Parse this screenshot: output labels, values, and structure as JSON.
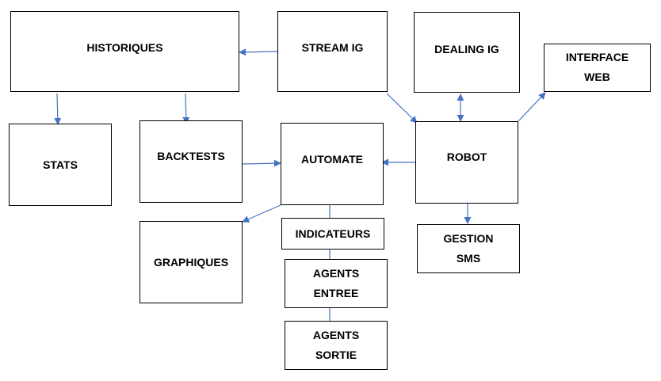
{
  "diagram": {
    "line_color": "#4472C4",
    "nodes": {
      "historiques": "HISTORIQUES",
      "stream_ig": "STREAM IG",
      "dealing_ig": "DEALING IG",
      "interface_web": "INTERFACE\nWEB",
      "stats": "STATS",
      "backtests": "BACKTESTS",
      "automate": "AUTOMATE",
      "robot": "ROBOT",
      "graphiques": "GRAPHIQUES",
      "indicateurs": "INDICATEURS",
      "gestion_sms": "GESTION\nSMS",
      "agents_entree": "AGENTS\nENTREE",
      "agents_sortie": "AGENTS\nSORTIE"
    },
    "edges": [
      {
        "from": "stream_ig",
        "to": "historiques",
        "type": "arrow"
      },
      {
        "from": "historiques",
        "to": "stats",
        "type": "arrow"
      },
      {
        "from": "historiques",
        "to": "backtests",
        "type": "arrow"
      },
      {
        "from": "stream_ig",
        "to": "robot",
        "type": "arrow"
      },
      {
        "from": "dealing_ig",
        "to": "robot",
        "type": "double-arrow"
      },
      {
        "from": "robot",
        "to": "interface_web",
        "type": "arrow"
      },
      {
        "from": "backtests",
        "to": "automate",
        "type": "arrow"
      },
      {
        "from": "robot",
        "to": "automate",
        "type": "arrow"
      },
      {
        "from": "robot",
        "to": "gestion_sms",
        "type": "arrow"
      },
      {
        "from": "automate",
        "to": "graphiques",
        "type": "arrow"
      },
      {
        "from": "automate",
        "to": "indicateurs",
        "type": "line"
      },
      {
        "from": "indicateurs",
        "to": "agents_entree",
        "type": "line"
      },
      {
        "from": "agents_entree",
        "to": "agents_sortie",
        "type": "line"
      }
    ]
  }
}
